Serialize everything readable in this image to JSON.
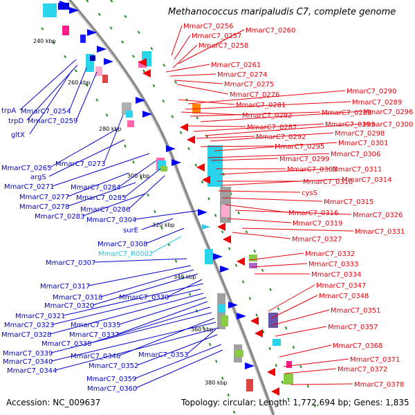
{
  "title": "Methanococcus maripaludis C7, complete genome",
  "footer": {
    "accession": "Accession: NC_009637",
    "topology": "Topology: circular; Length: 1,772,694 bp; Genes: 1,835"
  },
  "scale_ticks": [
    "240 kbp",
    "260 kbp",
    "280 kbp",
    "300 kbp",
    "320 kbp",
    "340 kbp",
    "360 kbp",
    "380 kbp"
  ],
  "labels_right": [
    "MmarC7_0256",
    "MmarC7_0257",
    "MmarC7_0260",
    "MmarC7_0258",
    "MmarC7_0261",
    "MmarC7_0274",
    "MmarC7_0275",
    "MmarC7_0276",
    "MmarC7_0290",
    "MmarC7_0281",
    "MmarC7_0289",
    "MmarC7_0282",
    "MmarC7_0288",
    "MmarC7_0296",
    "MmarC7_0287",
    "MmarC7_0293",
    "MmarC7_0300",
    "MmarC7_0292",
    "MmarC7_0298",
    "MmarC7_0295",
    "MmarC7_0301",
    "MmarC7_0306",
    "MmarC7_0299",
    "MmarC7_0303",
    "MmarC7_0311",
    "MmarC7_0310",
    "MmarC7_0314",
    "cysS",
    "MmarC7_0315",
    "MmarC7_0316",
    "MmarC7_0326",
    "MmarC7_0319",
    "MmarC7_0331",
    "MmarC7_0327",
    "MmarC7_0332",
    "MmarC7_0333",
    "MmarC7_0334",
    "MmarC7_0347",
    "MmarC7_0348",
    "MmarC7_0351",
    "MmarC7_0357",
    "MmarC7_0368",
    "MmarC7_0371",
    "MmarC7_0372",
    "MmarC7_0378"
  ],
  "labels_left": [
    "trpA",
    "MmarC7_0254",
    "trpD",
    "MmarC7_0259",
    "gltX",
    "MmarC7_0265",
    "MmarC7_0273",
    "argS",
    "MmarC7_0271",
    "MmarC7_0284",
    "MmarC7_0277",
    "MmarC7_0285",
    "MmarC7_0278",
    "MmarC7_0286",
    "MmarC7_0283",
    "MmarC7_0304",
    "surE",
    "MmarC7_0308",
    "MmarC7_R0002",
    "MmarC7_0307",
    "MmarC7_0317",
    "MmarC7_0318",
    "MmarC7_0330",
    "MmarC7_0320",
    "MmarC7_0321",
    "MmarC7_0323",
    "MmarC7_0335",
    "MmarC7_0328",
    "MmarC7_0337",
    "MmarC7_0338",
    "MmarC7_0339",
    "MmarC7_0346",
    "MmarC7_0353",
    "MmarC7_0340",
    "MmarC7_0352",
    "MmarC7_0344",
    "MmarC7_0359",
    "MmarC7_0360"
  ],
  "colors": {
    "forward_label": "#e8000b",
    "reverse_label": "#0000cc",
    "rna_label": "#1fc8e0",
    "backbone": "#9a9a9a",
    "ticks": "#1a8a1a"
  }
}
